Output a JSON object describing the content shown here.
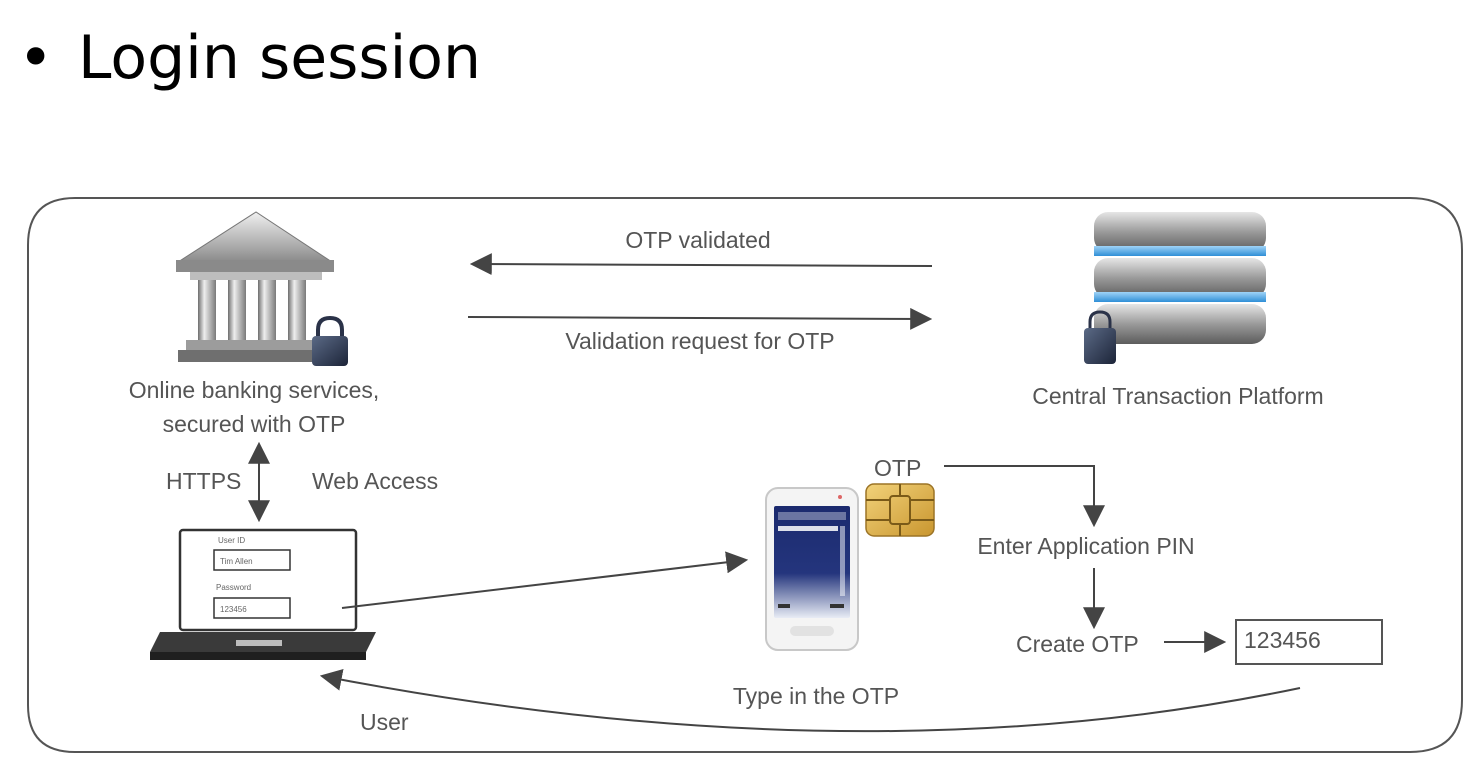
{
  "title": "Login session",
  "bullet": "•",
  "labels": {
    "otp_validated": "OTP validated",
    "validation_request": "Validation request for OTP",
    "bank_line1": "Online banking services,",
    "bank_line2": "secured with OTP",
    "central_platform": "Central Transaction Platform",
    "https": "HTTPS",
    "web_access": "Web Access",
    "otp": "OTP",
    "enter_pin": "Enter Application PIN",
    "create_otp": "Create OTP",
    "otp_value": "123456",
    "type_otp": "Type in the OTP",
    "user": "User"
  },
  "laptop": {
    "user_id_label": "User ID",
    "user_id_value": "Tim Allen",
    "password_label": "Password",
    "password_value": "123456"
  },
  "colors": {
    "frame": "#555555",
    "arrow": "#444444",
    "card_gold": "#e0b24a",
    "phone_screen": "#1b2a6e",
    "server_accent": "#2f8fd6"
  },
  "icons": [
    "bank-icon",
    "lock-icon",
    "server-icon",
    "laptop-icon",
    "phone-icon",
    "sim-chip-icon"
  ]
}
